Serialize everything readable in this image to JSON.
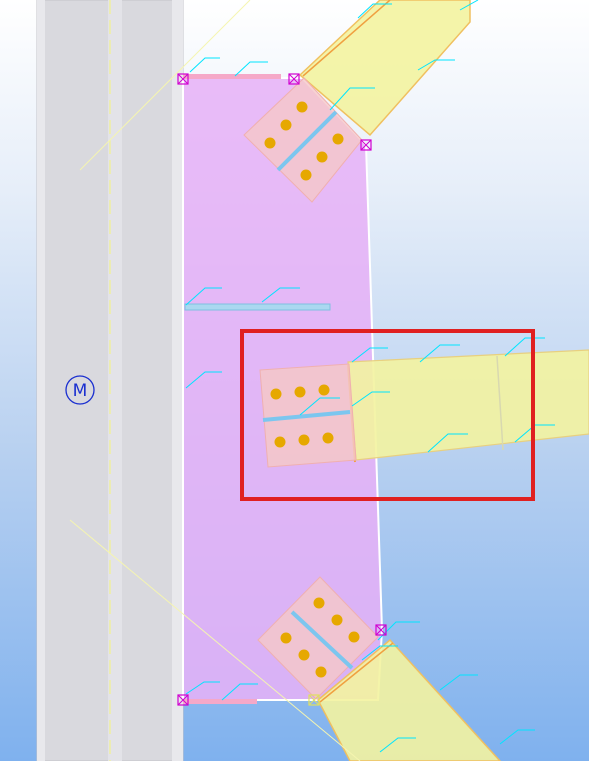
{
  "viewport": {
    "name": "3d-model-view"
  },
  "colors": {
    "background_top": "#ffffff",
    "background_bottom": "#7fb1ee",
    "column": "#d9d9de",
    "gusset_plate": "#e6b0f7",
    "brace_member": "#f3f3a0",
    "end_plate": "#f5c8c8",
    "bolt": "#e6a800",
    "annotation_line": "#00e5ff",
    "selection_box": "#e02020",
    "reference_point": "#d000d0",
    "grid_marker": "#1a2fd0"
  },
  "grid_marker": {
    "label": "M"
  },
  "selection": {
    "highlighted": "middle-brace-connection"
  },
  "connections": [
    {
      "name": "upper-brace-connection",
      "bolt_count": 6
    },
    {
      "name": "middle-brace-connection",
      "bolt_count": 6
    },
    {
      "name": "lower-brace-connection",
      "bolt_count": 6
    }
  ]
}
